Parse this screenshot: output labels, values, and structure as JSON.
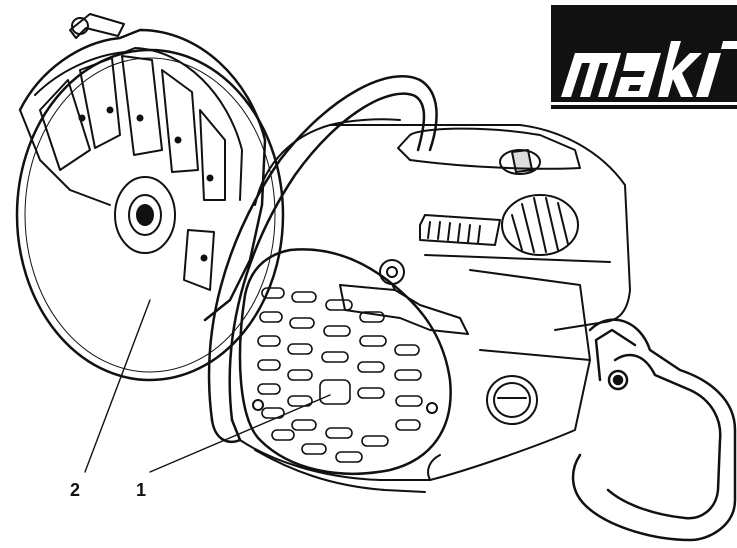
{
  "logo": {
    "text": "mak",
    "background_color": "#111111",
    "letter_color": "#ffffff"
  },
  "callouts": [
    {
      "label": "2"
    },
    {
      "label": "1"
    }
  ],
  "line_color": "#111111"
}
